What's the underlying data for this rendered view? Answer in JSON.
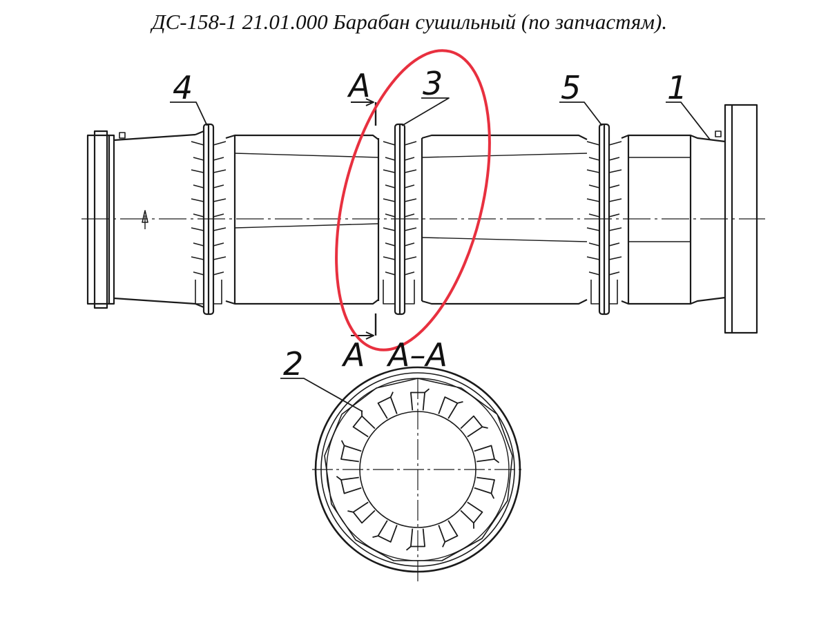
{
  "title": "ДС-158-1 21.01.000 Барабан сушильный (по запчастям).",
  "callouts": {
    "c1": "1",
    "c2": "2",
    "c3": "3",
    "c4": "4",
    "c5": "5"
  },
  "section": {
    "cut_mark_top": "A",
    "cut_mark_bottom": "A",
    "view_label": "A–A"
  },
  "colors": {
    "line": "#1a1a1a",
    "highlight": "#e8303f"
  }
}
